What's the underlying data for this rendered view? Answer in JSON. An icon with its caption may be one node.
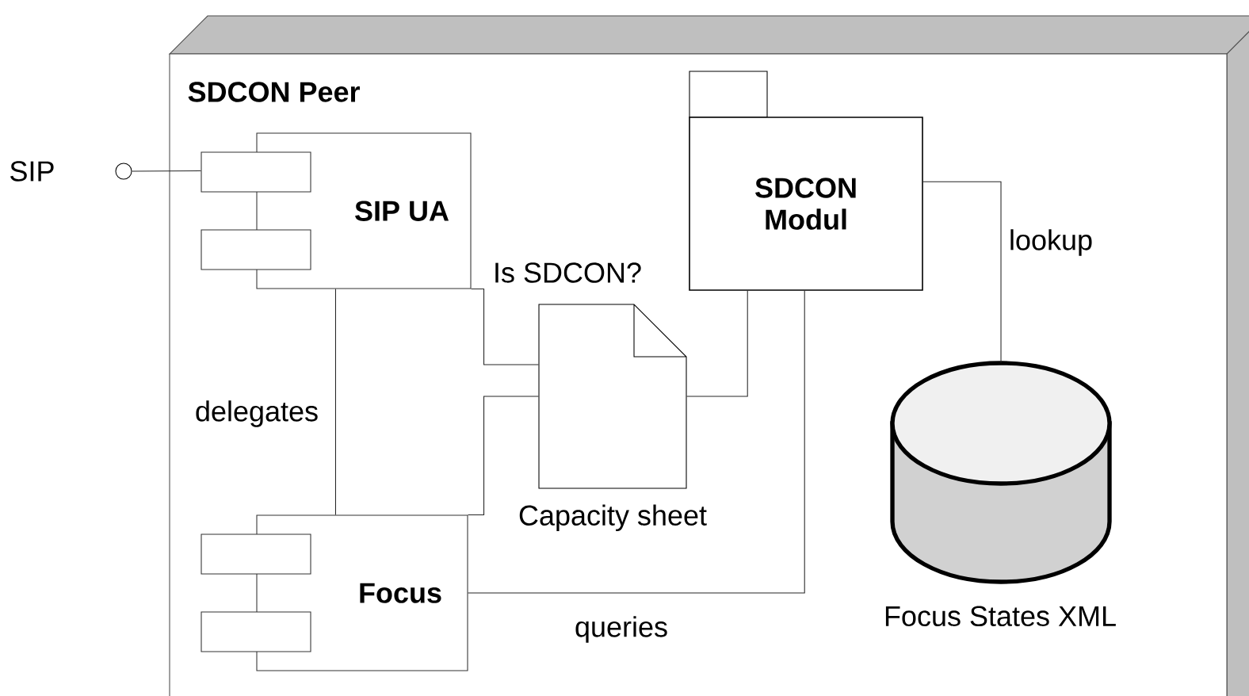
{
  "diagram": {
    "nodes": [
      {
        "text": [
          "SDCON Peer"
        ]
      },
      {
        "text": [],
        "shape": "circle",
        "beside": [
          "SIP"
        ]
      },
      {
        "text": [
          "SIP UA"
        ],
        "in": 0
      },
      {
        "text": [
          "SDCON Modul"
        ],
        "in": 0
      },
      {
        "text": [
          "Capacity sheet"
        ],
        "in": 0
      },
      {
        "text": [
          "Focus"
        ],
        "in": 0
      },
      {
        "text": [],
        "shape": "cylinder",
        "beside": [
          "Focus States XML"
        ],
        "in": 0
      }
    ],
    "edges": [
      {
        "from": 1,
        "to": 2,
        "arrow": "none"
      },
      {
        "from": 2,
        "to": 5,
        "arrow": "none",
        "label": "delegates"
      },
      {
        "from": 2,
        "to": 4,
        "arrow": "none",
        "label": "Is SDCON?"
      },
      {
        "from": 5,
        "to": 4,
        "arrow": "none"
      },
      {
        "from": 4,
        "to": 3,
        "arrow": "none"
      },
      {
        "from": 5,
        "to": 3,
        "arrow": "none",
        "label": "queries"
      },
      {
        "from": 3,
        "to": 6,
        "arrow": "none",
        "label": "lookup"
      }
    ]
  }
}
